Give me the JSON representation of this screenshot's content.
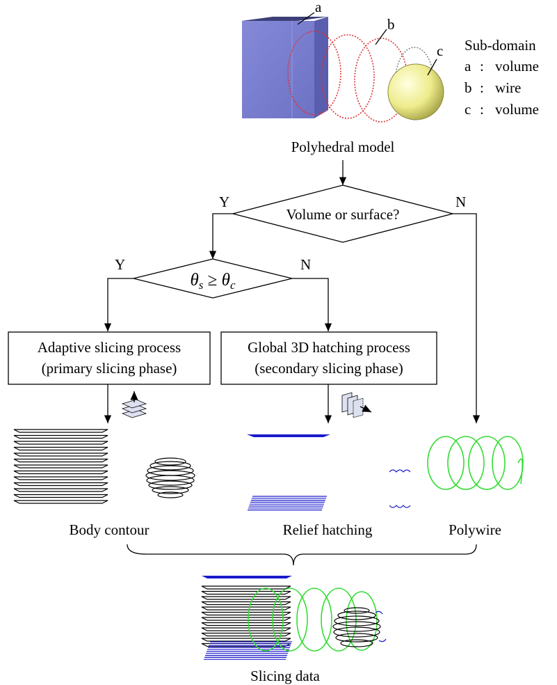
{
  "model": {
    "caption": "Polyhedral model",
    "labels": [
      "a",
      "b",
      "c"
    ],
    "subdomain": {
      "title": "Sub-domain",
      "rows": [
        {
          "key": "a",
          "sep": ":",
          "value": "volume"
        },
        {
          "key": "b",
          "sep": ":",
          "value": "wire"
        },
        {
          "key": "c",
          "sep": ":",
          "value": "volume"
        }
      ]
    }
  },
  "decisions": {
    "volume": {
      "text": "Volume or surface?",
      "yes": "Y",
      "no": "N"
    },
    "angle": {
      "theta": "θ",
      "s": "s",
      "ge": " ≥ ",
      "c": "c",
      "yes": "Y",
      "no": "N"
    }
  },
  "processes": {
    "adaptive": {
      "line1": "Adaptive slicing process",
      "line2": "(primary slicing phase)"
    },
    "global": {
      "line1": "Global 3D hatching process",
      "line2": "(secondary slicing phase)"
    }
  },
  "outputs": {
    "body": "Body contour",
    "relief": "Relief hatching",
    "polywire": "Polywire",
    "final": "Slicing data"
  },
  "colors": {
    "cube": "#7b7fd0",
    "sphere": "#f2f0a0",
    "wire": "#33dd33",
    "hatch": "#1a1acc",
    "helix_red": "#dd3333"
  }
}
